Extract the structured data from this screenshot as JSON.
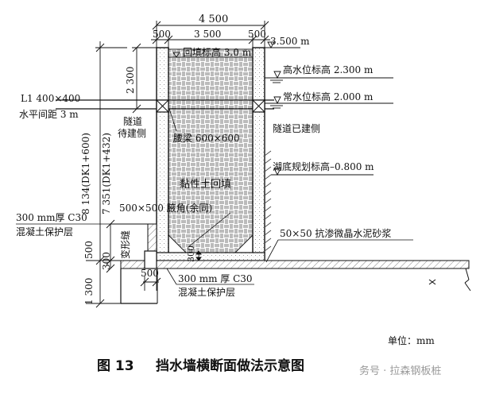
{
  "dims": {
    "total_width": "4 500",
    "wall_left": "500",
    "inner_width": "3 500",
    "wall_right": "500",
    "height_2300": "2 300",
    "left_long_a": "8 134(DK1+600)",
    "left_long_b": "7 351(DK1+432)",
    "base_500": "500",
    "base_300": "300",
    "bottom_1300": "1 300",
    "foot_500": "500",
    "gap_300": "300"
  },
  "labels": {
    "elev_top": "3.500 m",
    "backfill_elev": "回填标高 3.0 m",
    "high_water": "高水位标高 2.300 m",
    "normal_water": "常水位标高 2.000 m",
    "beam_l1": "L1 400×400",
    "beam_spacing": "水平间距 3 m",
    "tunnel_pending_1": "隧道",
    "tunnel_pending_2": "待建侧",
    "tunnel_built": "隧道已建侧",
    "waist_beam": "腰梁 600×600",
    "lake_bottom": "湖底规划标高–0.800 m",
    "clay_backfill": "黏性土回填",
    "haunch": "500×500 腋角(余同)",
    "left_protect_1": "300 mm厚 C30",
    "left_protect_2": "混凝土保护层",
    "mortar": "50×50 抗渗微晶水泥砂浆",
    "deform_joint": "变形缝",
    "bottom_protect_1": "300 mm 厚 C30",
    "bottom_protect_2": "混凝土保护层",
    "unit": "单位：mm"
  },
  "caption": {
    "number": "图 13",
    "title": "挡水墙横断面做法示意图"
  },
  "watermark": "务号 · 拉森钢板桩"
}
